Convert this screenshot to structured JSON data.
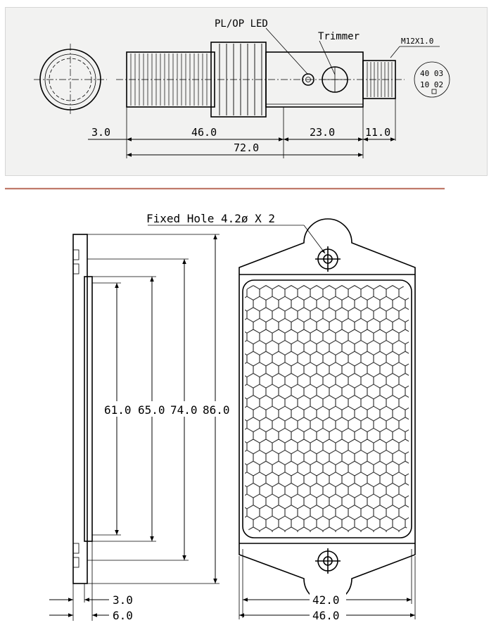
{
  "sensor_view": {
    "label_led": "PL/OP LED",
    "label_trimmer": "Trimmer",
    "label_thread": "M12X1.0",
    "pin_top": "40 03",
    "pin_bottom": "10 02",
    "dim_flange": "3.0",
    "dim_body": "46.0",
    "dim_rear": "23.0",
    "dim_connector": "11.0",
    "dim_total": "72.0"
  },
  "reflector_view": {
    "label_hole": "Fixed Hole 4.2ø X 2",
    "dim_h1": "61.0",
    "dim_h2": "65.0",
    "dim_h3": "74.0",
    "dim_h4": "86.0",
    "dim_w_inner": "42.0",
    "dim_w_outer": "46.0",
    "dim_t1": "3.0",
    "dim_t2": "6.0"
  },
  "colors": {
    "separator": "#c0796a",
    "panel_bg": "#f2f2f1"
  }
}
